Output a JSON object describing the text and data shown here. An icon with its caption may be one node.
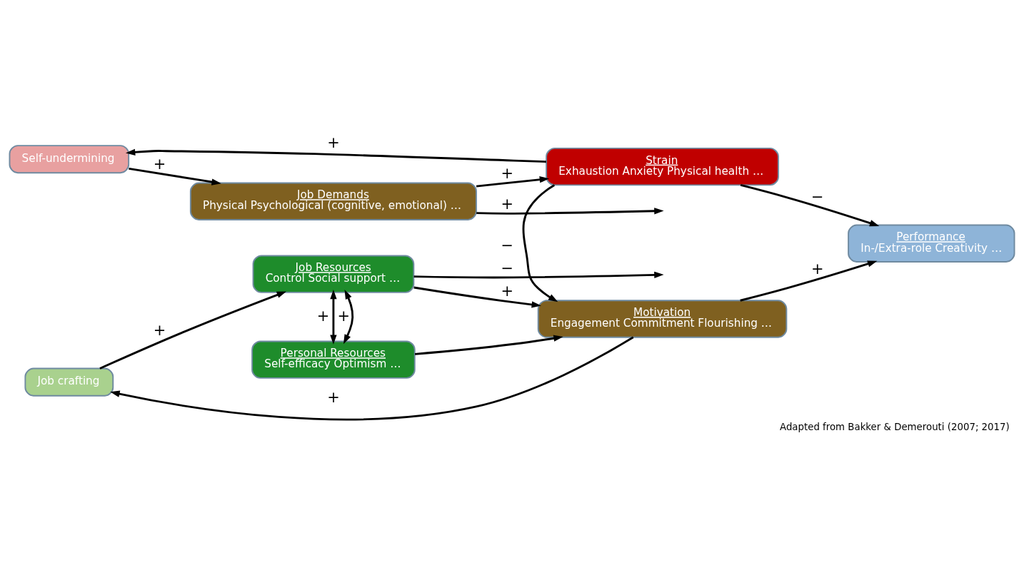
{
  "diagram": {
    "caption": "Adapted from Bakker & Demerouti (2007; 2017)",
    "nodes": [
      {
        "text": [
          "Job crafting"
        ]
      },
      {
        "text": [
          "Job Resources",
          "Control Social support …"
        ]
      },
      {
        "text": [
          "Personal Resources",
          "Self-efficacy Optimism …"
        ]
      },
      {
        "text": [
          "Job Demands",
          "Physical Psychological (cognitive, emotional) …"
        ]
      },
      {
        "text": [
          "Motivation",
          "Engagement Commitment Flourishing …"
        ]
      },
      {
        "text": [
          "Strain",
          "Exhaustion Anxiety Physical health …"
        ]
      },
      {
        "text": [
          "Performance",
          "In-/Extra-role Creativity …"
        ]
      },
      {
        "text": [
          "Self-undermining"
        ]
      }
    ],
    "edges": [
      {
        "from": 4,
        "to": 0,
        "arrow": "to",
        "label": "+"
      },
      {
        "from": 0,
        "to": 1,
        "arrow": "to",
        "label": "+"
      },
      {
        "from": 1,
        "to": 2,
        "arrow": "both",
        "label": "+"
      },
      {
        "from": 1,
        "to": 2,
        "arrow": "both",
        "label": "+"
      },
      {
        "from": 1,
        "to": 4,
        "arrow": "to",
        "label": "+"
      },
      {
        "from": 2,
        "to": 4,
        "arrow": "to"
      },
      {
        "from": 1,
        "to": null,
        "arrow": "to",
        "label": "−"
      },
      {
        "from": 3,
        "to": null,
        "arrow": "to",
        "label": "+"
      },
      {
        "from": 3,
        "to": 5,
        "arrow": "to",
        "label": "+"
      },
      {
        "from": 5,
        "to": 4,
        "arrow": "to",
        "label": "−"
      },
      {
        "from": 4,
        "to": 6,
        "arrow": "to",
        "label": "+"
      },
      {
        "from": 5,
        "to": 6,
        "arrow": "to",
        "label": "−"
      },
      {
        "from": 5,
        "to": 7,
        "arrow": "to",
        "label": "+"
      },
      {
        "from": 7,
        "to": 3,
        "arrow": "to",
        "label": "+"
      }
    ]
  }
}
